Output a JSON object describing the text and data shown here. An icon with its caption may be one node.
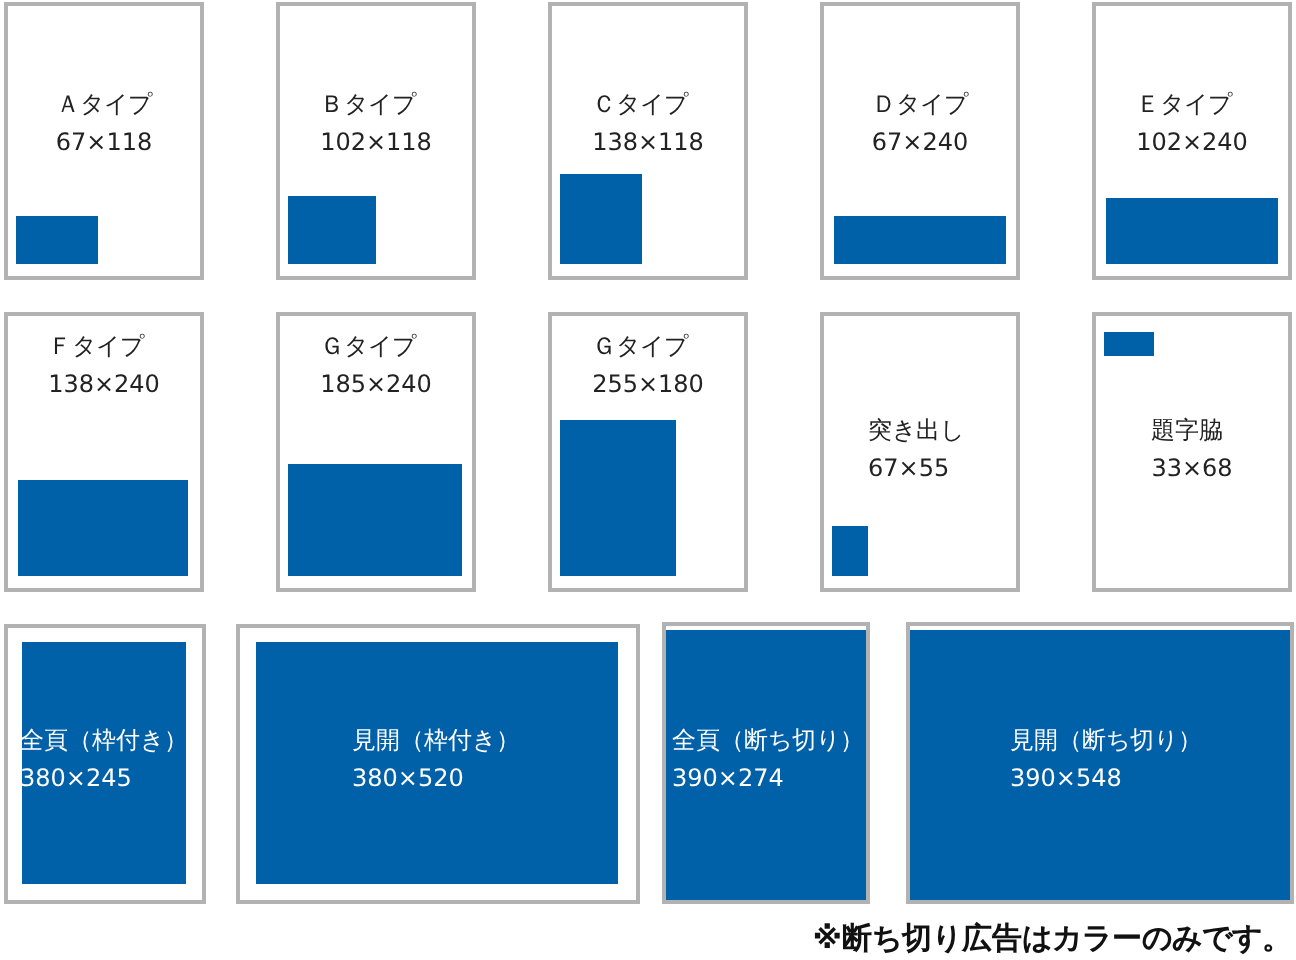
{
  "diagram": {
    "nodes": [
      {
        "text": [
          "Ａタイプ",
          "67×118"
        ]
      },
      {
        "text": [],
        "shape": "box",
        "in": 0
      },
      {
        "text": [
          "Ｂタイプ",
          "102×118"
        ]
      },
      {
        "text": [],
        "shape": "box",
        "in": 2
      },
      {
        "text": [
          "Ｃタイプ",
          "138×118"
        ]
      },
      {
        "text": [],
        "shape": "box",
        "in": 4
      },
      {
        "text": [
          "Ｄタイプ",
          "67×240"
        ]
      },
      {
        "text": [],
        "shape": "box",
        "in": 6
      },
      {
        "text": [
          "Ｅタイプ",
          "102×240"
        ]
      },
      {
        "text": [],
        "shape": "box",
        "in": 8
      },
      {
        "text": [
          "Ｆタイプ",
          "138×240"
        ]
      },
      {
        "text": [],
        "shape": "box",
        "in": 10
      },
      {
        "text": [
          "Ｇタイプ",
          "185×240"
        ]
      },
      {
        "text": [],
        "shape": "box",
        "in": 12
      },
      {
        "text": [
          "Ｇタイプ",
          "255×180"
        ]
      },
      {
        "text": [],
        "shape": "box",
        "in": 14
      },
      {
        "text": [
          "突き出し",
          "67×55"
        ]
      },
      {
        "text": [],
        "shape": "box",
        "in": 16
      },
      {
        "text": [
          "題字脇",
          "33×68"
        ]
      },
      {
        "text": [],
        "shape": "box",
        "in": 18
      },
      {
        "text": [],
        "shape": "box"
      },
      {
        "text": [
          "全頁（枠付き）",
          "380×245"
        ],
        "in": 20
      },
      {
        "text": [],
        "shape": "box"
      },
      {
        "text": [
          "見開（枠付き）",
          "380×520"
        ],
        "in": 22
      },
      {
        "text": [],
        "shape": "box"
      },
      {
        "text": [
          "全頁（断ち切り）",
          "390×274"
        ],
        "in": 24
      },
      {
        "text": [],
        "shape": "box"
      },
      {
        "text": [
          "見開（断ち切り）",
          "390×548"
        ],
        "in": 26
      }
    ],
    "labels": [
      "※断ち切り広告はカラーのみです。"
    ]
  }
}
